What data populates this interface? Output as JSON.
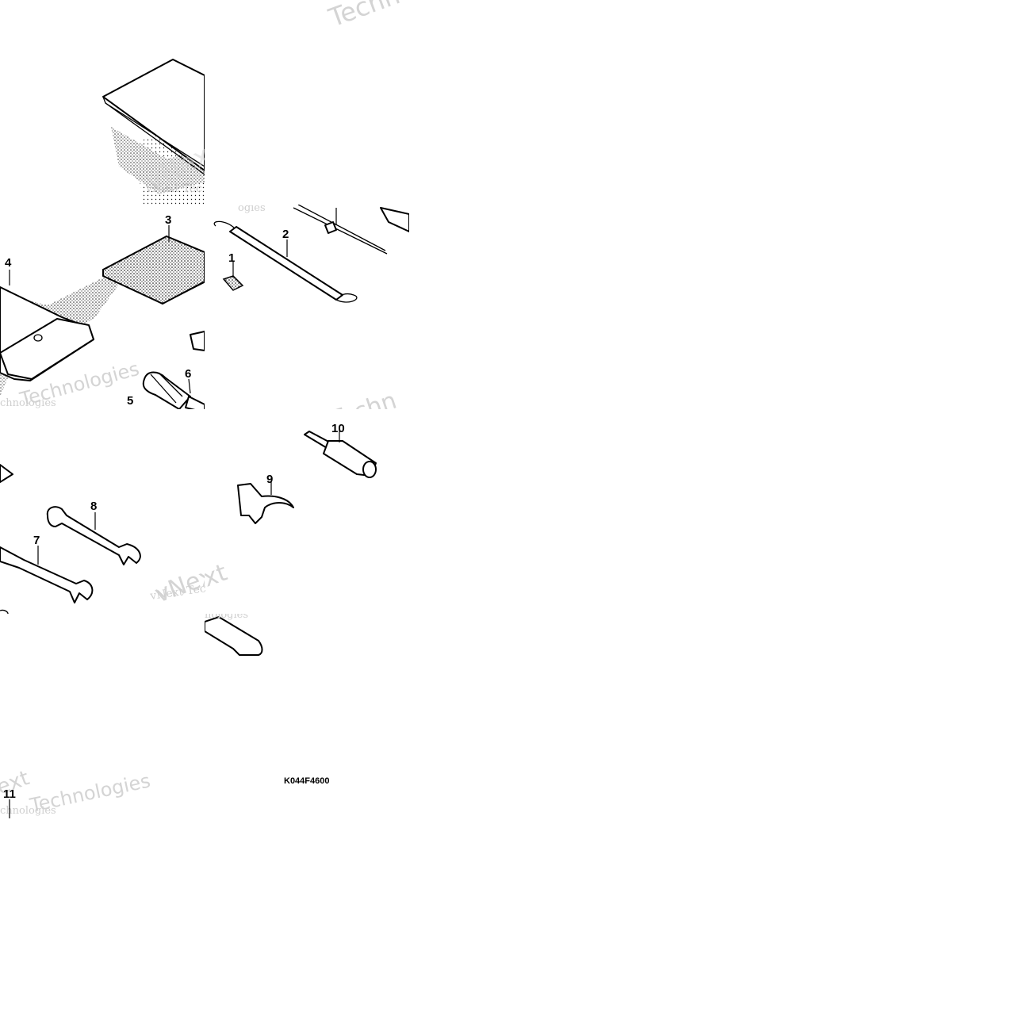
{
  "diagram": {
    "drawing_code": "K044F4600",
    "callouts": [
      "1",
      "2",
      "3",
      "4",
      "5",
      "6",
      "7",
      "8",
      "9",
      "10",
      "11"
    ],
    "watermarks": {
      "brand": "vNext Technologies",
      "brand_word": "Technologies",
      "brand_short": "vNext",
      "fragment_tech": "Techn",
      "fragment_te": "vNext Tec",
      "fragment_chnologies": "chnologies",
      "fragment_ogies": "ogies",
      "fragment_logies": "nologies",
      "fragment_ext": "ext",
      "fragment_tech_mid": "Techn"
    },
    "colors": {
      "ink": "#000000",
      "watermark": "#cfcfcf",
      "background": "#ffffff"
    }
  }
}
